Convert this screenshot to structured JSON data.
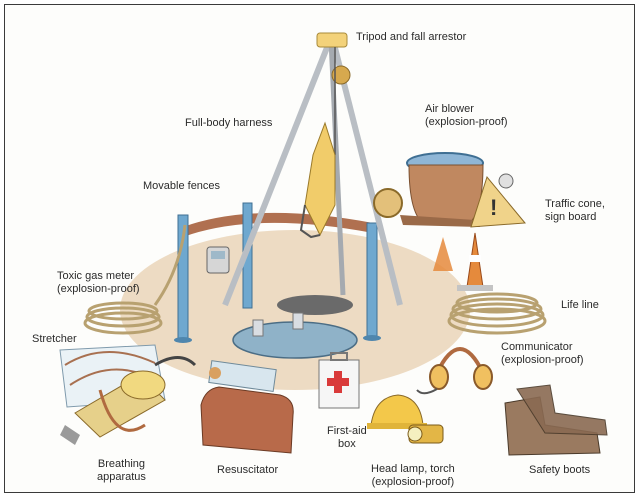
{
  "labels": {
    "tripod": "Tripod and fall arrestor",
    "harness": "Full-body harness",
    "air_blower": "Air blower\n(explosion-proof)",
    "movable_fences": "Movable fences",
    "traffic_cone": "Traffic cone,\nsign board",
    "gas_meter": "Toxic gas meter\n(explosion-proof)",
    "life_line": "Life line",
    "stretcher": "Stretcher",
    "communicator": "Communicator\n(explosion-proof)",
    "first_aid": "First-aid\nbox",
    "breathing": "Breathing\napparatus",
    "resuscitator": "Resuscitator",
    "head_lamp": "Head lamp, torch\n(explosion-proof)",
    "safety_boots": "Safety boots"
  },
  "colors": {
    "ground": "#e9d3b6",
    "fence_post": "#6fa8cf",
    "tripod_leg": "#b9bec4",
    "yellow": "#f3d27a",
    "brown": "#b07050",
    "cone_orange": "#e58a3c"
  }
}
